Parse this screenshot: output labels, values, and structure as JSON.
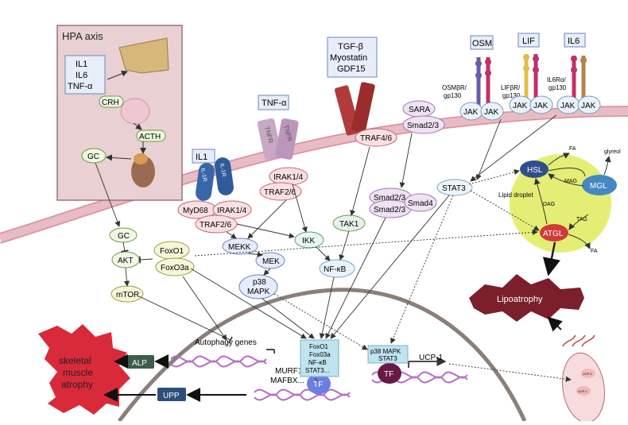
{
  "hpa": {
    "title": "HPA axis",
    "cytokines": [
      "IL1",
      "IL6",
      "TNF-α"
    ],
    "crh": "CRH",
    "acth": "ACTH",
    "gc": "GC"
  },
  "tnf": {
    "title": "TNF-α",
    "receptor_left": "TNFR",
    "receptor_right": "TNFR"
  },
  "tgf": {
    "title_lines": [
      "TGF-β",
      "Myostatin",
      "GDF15"
    ]
  },
  "il1": {
    "title": "IL1",
    "receptor_label": "IL-1R"
  },
  "cytokine_receptors": {
    "osm": {
      "name": "OSM",
      "receptor": [
        "OSMβR/",
        "gp130"
      ]
    },
    "lif": {
      "name": "LIF",
      "receptor": [
        "LIFβR/",
        "gp130"
      ]
    },
    "il6": {
      "name": "IL6",
      "receptor": [
        "IL6Rα/",
        "gp130"
      ]
    },
    "jak": "JAK"
  },
  "nodes": {
    "sara": "SARA",
    "smad23": "Smad2/3",
    "traf46": "TRAF4/6",
    "irak14": "IRAK1/4",
    "traf26": "TRAF2/6",
    "myd68": "MyD68",
    "tak1": "TAK1",
    "smad4": "Smad4",
    "stat3": "STAT3",
    "gc2": "GC",
    "akt": "AKT",
    "mtor": "mTOR",
    "foxo1": "FoxO1",
    "foxo3a": "FoxO3a",
    "mekk": "MEKK",
    "ikk": "IKK",
    "mek": "MEK",
    "nfkb": "NF-κB",
    "p38": [
      "p38",
      "MAPK"
    ]
  },
  "lipid": {
    "hsl": "HSL",
    "mgl": "MGL",
    "atgl": "ATGL",
    "droplet": "Lipid droplet",
    "fa": "FA",
    "glycerol": "glyreol",
    "mag": "MAG",
    "dag": "DAG",
    "tag": "TAG"
  },
  "outcomes": {
    "lipoatrophy": "Lipoatrophy",
    "skeletal": [
      "skeletal",
      "muscle",
      "atrophy"
    ],
    "alp": "ALP",
    "upp": "UPP",
    "autophagy": "Autophagy genes",
    "murf": [
      "MURF1",
      "MAFBX..."
    ],
    "tf": "TF",
    "tf_factors": [
      "FoxO1",
      "Fox03a",
      "NF-κB",
      "STAT3..."
    ],
    "p38_stat3": [
      "p38 MAPK",
      "STAT3"
    ],
    "ucp1": "UCP-1",
    "mito_labels": [
      "UCP-1",
      "UCP-1"
    ]
  }
}
